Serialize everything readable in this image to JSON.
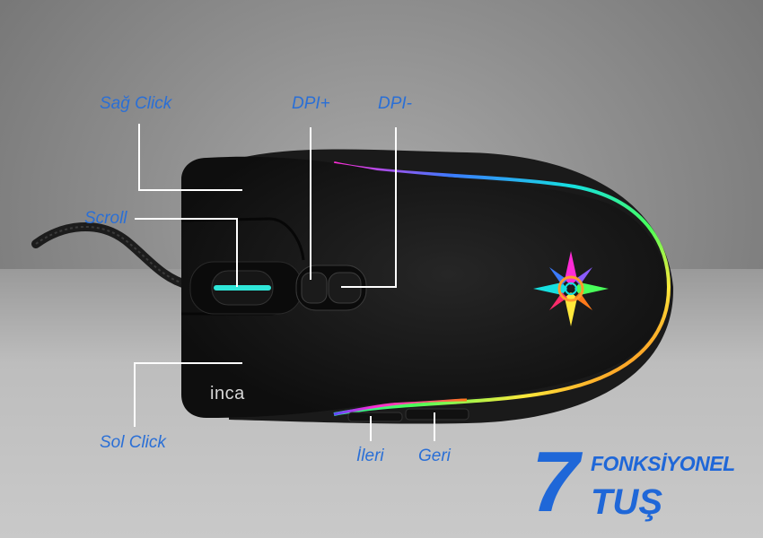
{
  "labels": {
    "right_click": "Sağ Click",
    "dpi_plus": "DPI+",
    "dpi_minus": "DPI-",
    "scroll": "Scroll",
    "left_click": "Sol Click",
    "forward": "İleri",
    "back": "Geri"
  },
  "brand": "inca",
  "badge": {
    "number": "7",
    "line1": "FONKSİYONEL",
    "line2": "TUŞ"
  },
  "colors": {
    "label": "#2a6fd6",
    "badge": "#1f67d8",
    "mouse_body": "#141414"
  },
  "icons": [
    "rgb-compass-logo-icon"
  ]
}
